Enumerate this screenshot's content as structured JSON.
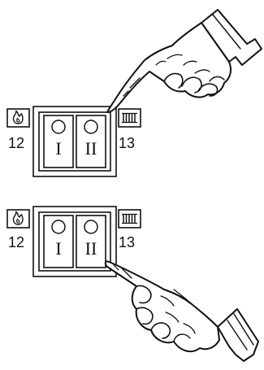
{
  "colors": {
    "ink": "#111111",
    "paper": "#ffffff"
  },
  "panels": [
    {
      "left_label": "12",
      "right_label": "13",
      "left_icon": "flame-icon",
      "right_icon": "radiator-icon",
      "switches": [
        {
          "position_mark": "I"
        },
        {
          "position_mark": "II"
        }
      ],
      "pointer": "pointing-hand-from-top-right"
    },
    {
      "left_label": "12",
      "right_label": "13",
      "left_icon": "flame-icon",
      "right_icon": "radiator-icon",
      "switches": [
        {
          "position_mark": "I"
        },
        {
          "position_mark": "II"
        }
      ],
      "pointer": "pointing-hand-from-bottom-right"
    }
  ]
}
